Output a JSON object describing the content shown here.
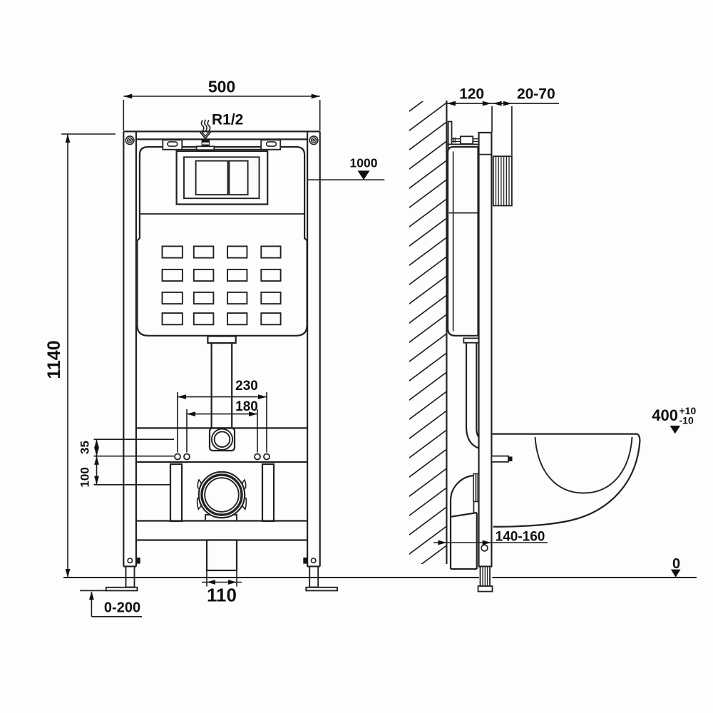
{
  "diagram": {
    "type": "technical-installation-drawing",
    "subject": "wall-hung WC concealed cistern frame, front and side view with dimensions in mm",
    "views": [
      "front-view",
      "side-view"
    ]
  },
  "labels": {
    "frame_width": "500",
    "water_inlet": "R1/2",
    "plate_height": "1000",
    "frame_height": "1140",
    "fixing_span_outer": "230",
    "fixing_span_inner": "180",
    "offset_small": "35",
    "offset_large": "100",
    "outlet_width": "110",
    "foot_adjust": "0-200",
    "frame_depth": "120",
    "plate_depth": "20-70",
    "bowl_height": "400",
    "bowl_height_tol_plus": "+10",
    "bowl_height_tol_minus": "-10",
    "outlet_distance": "140-160",
    "floor_level": "0"
  }
}
